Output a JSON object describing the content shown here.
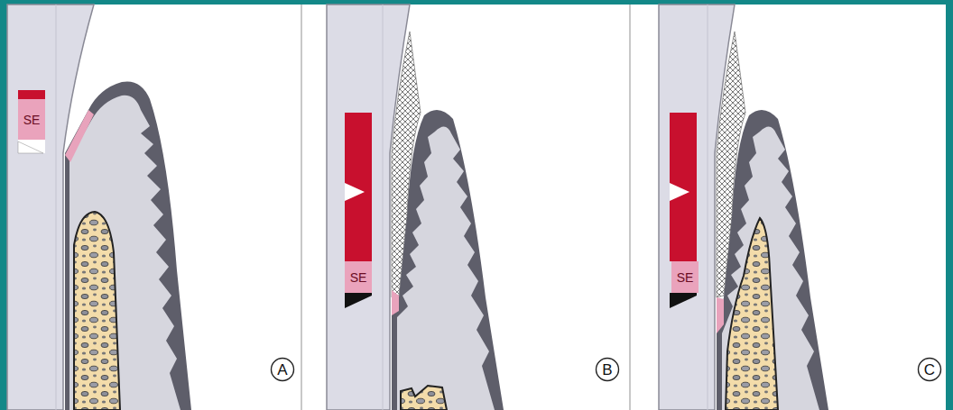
{
  "diagram": {
    "nodes": [
      {
        "text": [
          "SE"
        ]
      },
      {
        "text": [
          "A"
        ]
      },
      {
        "text": [
          "SE"
        ]
      },
      {
        "text": [
          "B"
        ]
      },
      {
        "text": [
          "SE"
        ]
      },
      {
        "text": [
          "C"
        ]
      }
    ]
  }
}
